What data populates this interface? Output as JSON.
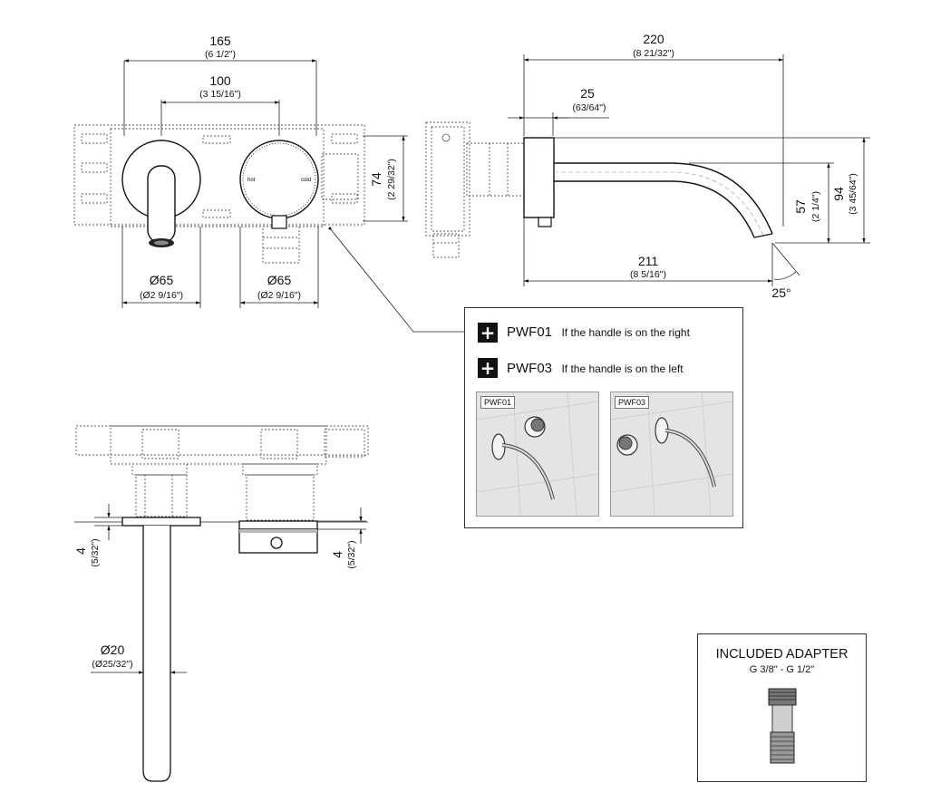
{
  "front_view": {
    "dim_overall": {
      "value": "165",
      "imperial": "(6 1/2\")"
    },
    "dim_centers": {
      "value": "100",
      "imperial": "(3 15/16\")"
    },
    "dim_height": {
      "value": "74",
      "imperial": "(2 29/32\")"
    },
    "dim_left_diameter": {
      "value": "Ø65",
      "imperial": "(Ø2 9/16\")"
    },
    "dim_right_diameter": {
      "value": "Ø65",
      "imperial": "(Ø2 9/16\")"
    },
    "handle_label_hot": "hot",
    "handle_label_cold": "cold"
  },
  "side_view": {
    "dim_projection": {
      "value": "220",
      "imperial": "(8 21/32\")"
    },
    "dim_plate": {
      "value": "25",
      "imperial": "(63/64\")"
    },
    "dim_spout_reach": {
      "value": "211",
      "imperial": "(8 5/16\")"
    },
    "dim_spout_drop": {
      "value": "57",
      "imperial": "(2 1/4\")"
    },
    "dim_total_height": {
      "value": "94",
      "imperial": "(3 45/64\")"
    },
    "angle": "25°"
  },
  "plan_view": {
    "dim_left_plate": {
      "value": "4",
      "imperial": "(5/32\")"
    },
    "dim_right_plate": {
      "value": "4",
      "imperial": "(5/32\")"
    },
    "dim_spout_diameter": {
      "value": "Ø20",
      "imperial": "(Ø25/32\")"
    }
  },
  "options": [
    {
      "code": "PWF01",
      "description": "If the handle is on the right",
      "icon": "plus-icon"
    },
    {
      "code": "PWF03",
      "description": "If the handle is on the left",
      "icon": "plus-icon"
    }
  ],
  "photo_labels": [
    "PWF01",
    "PWF03"
  ],
  "adapter": {
    "title": "INCLUDED ADAPTER",
    "subtitle": "G 3/8\" - G 1/2\""
  }
}
